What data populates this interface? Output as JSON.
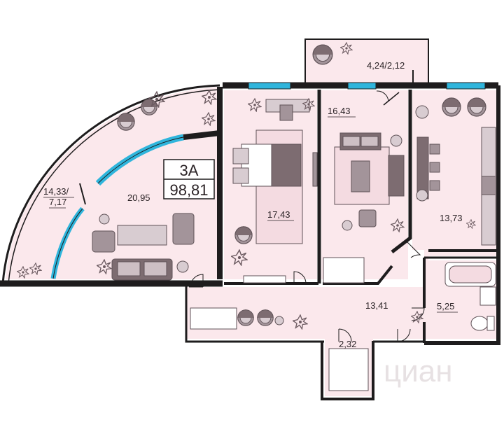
{
  "unit": {
    "type": "3А",
    "total_area": "98,81"
  },
  "rooms": {
    "living": "20,95",
    "loggia_left": "14,33/\n7,17",
    "bedroom_1": "17,43",
    "bedroom_2": "16,43",
    "kitchen": "13,73",
    "balcony": "4,24/2,12",
    "hall": "13,41",
    "bathroom": "5,25",
    "storage": "2,32"
  },
  "watermark": "циан",
  "colors": {
    "floor": "#fbe8ec",
    "wall": "#1e1c1d",
    "window": "#2fb5dc",
    "furniture": "#7d6c71",
    "decor": "#6b5a60"
  }
}
